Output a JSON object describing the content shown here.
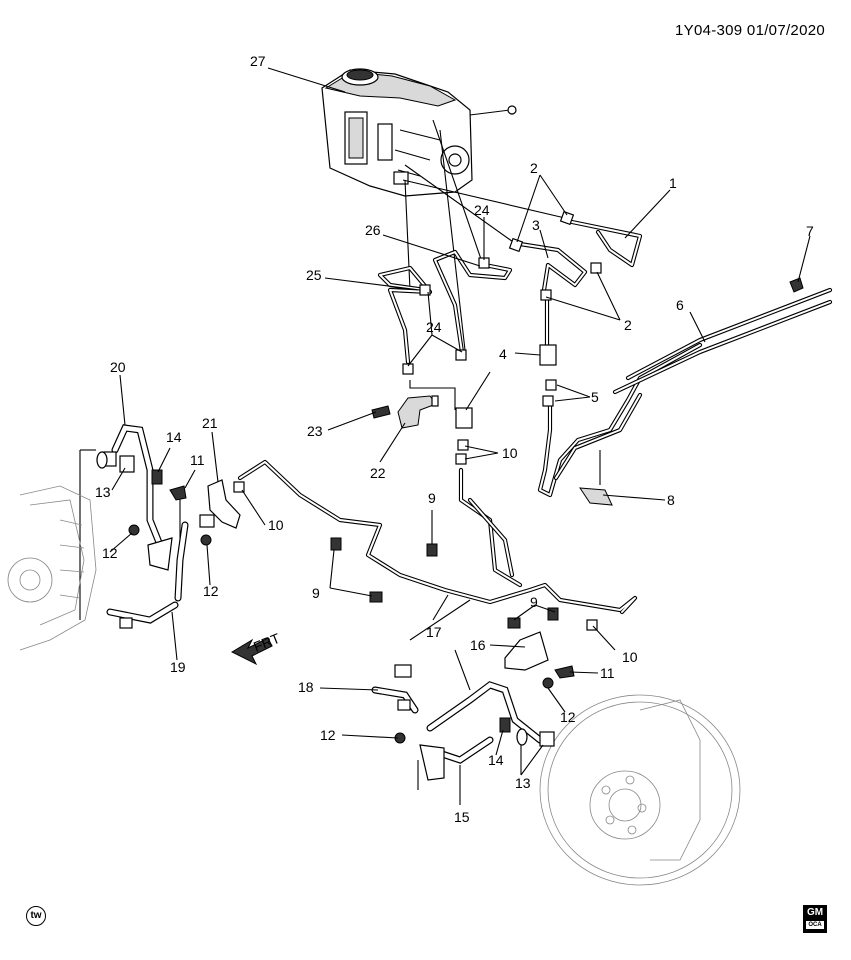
{
  "header": {
    "code": "1Y04-309  01/07/2020"
  },
  "badges": {
    "tw": "tw",
    "gm": "GM",
    "gm_sub": "OCA"
  },
  "frt_label": "FRT",
  "callouts": {
    "c1": "1",
    "c2a": "2",
    "c2b": "2",
    "c3": "3",
    "c4": "4",
    "c5": "5",
    "c6": "6",
    "c7": "7",
    "c8": "8",
    "c9a": "9",
    "c9b": "9",
    "c9c": "9",
    "c10a": "10",
    "c10b": "10",
    "c10c": "10",
    "c11a": "11",
    "c11b": "11",
    "c12a": "12",
    "c12b": "12",
    "c12c": "12",
    "c12d": "12",
    "c13a": "13",
    "c13b": "13",
    "c14a": "14",
    "c14b": "14",
    "c15": "15",
    "c16": "16",
    "c17": "17",
    "c18": "18",
    "c19": "19",
    "c20": "20",
    "c21": "21",
    "c22": "22",
    "c23": "23",
    "c24a": "24",
    "c24b": "24",
    "c25": "25",
    "c26": "26",
    "c27": "27"
  },
  "colors": {
    "line": "#000000",
    "background": "#ffffff",
    "shade": "#d9d9d9"
  }
}
